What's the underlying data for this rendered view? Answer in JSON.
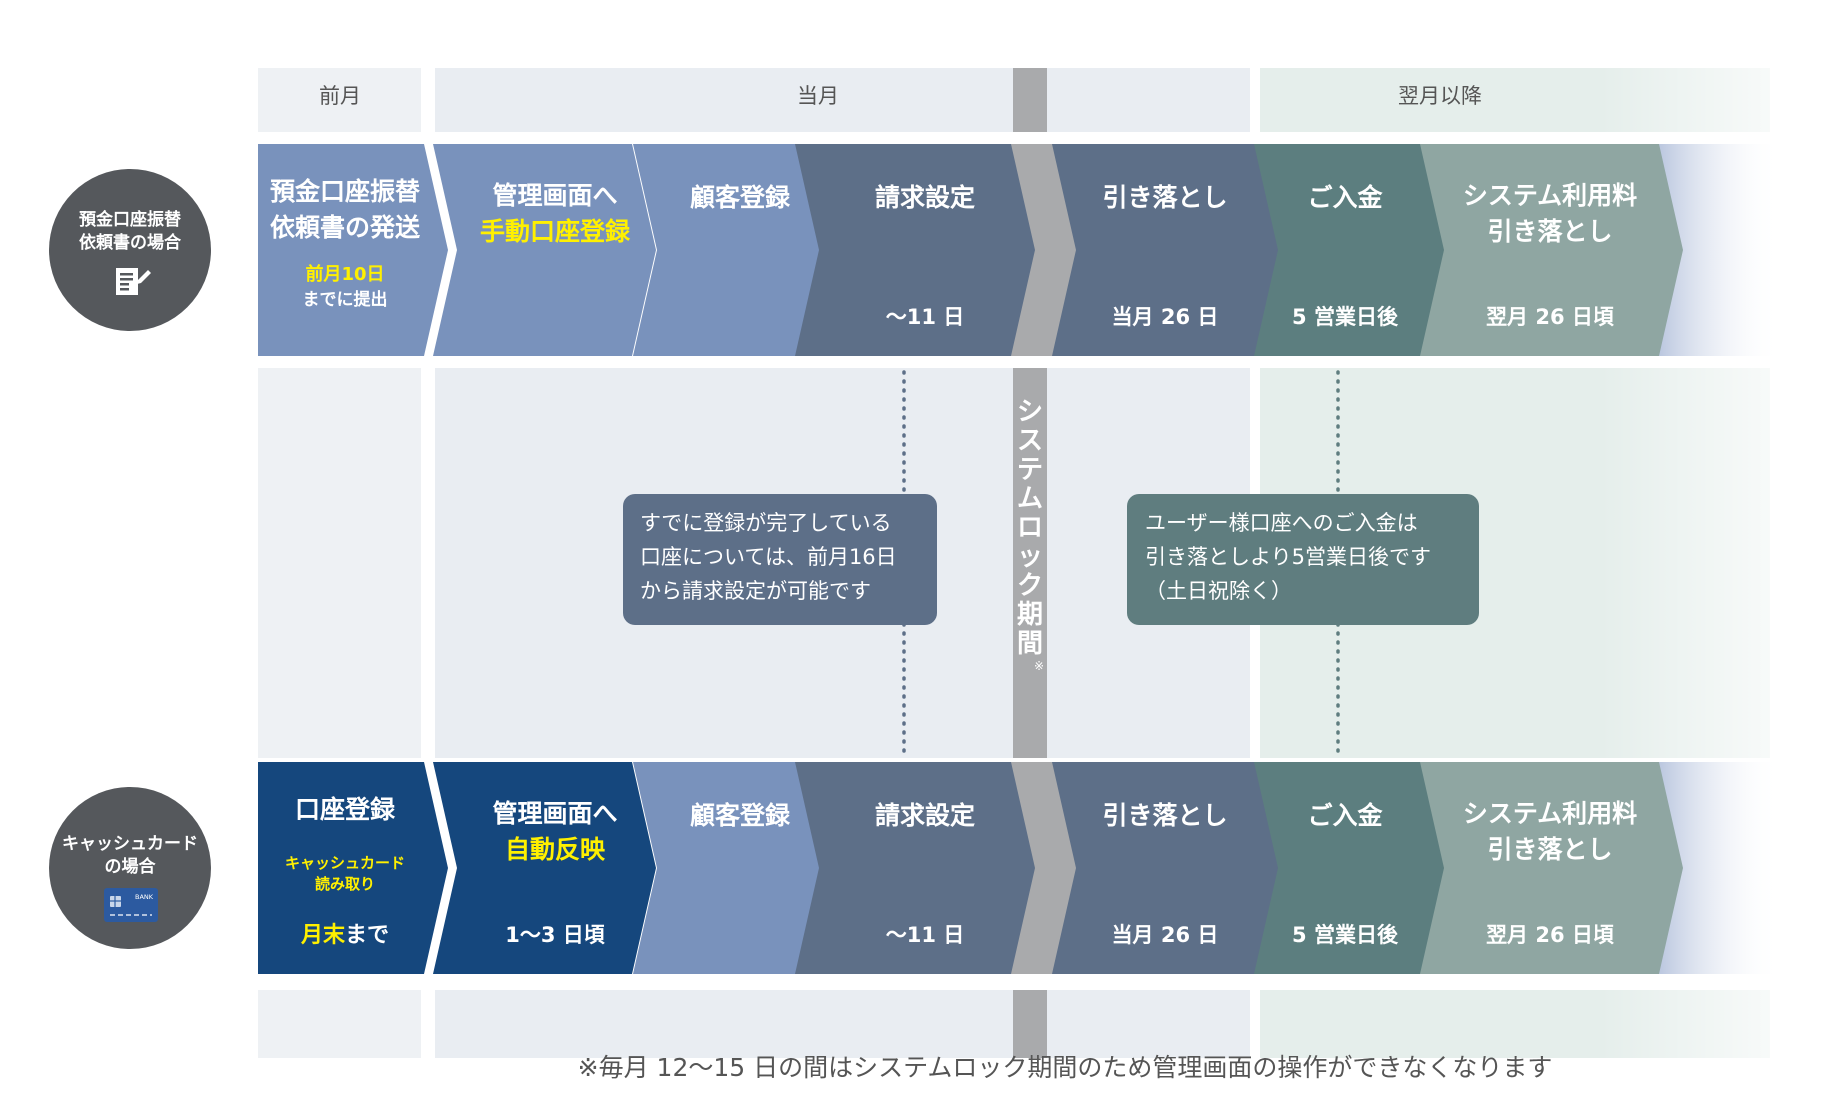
{
  "periods": {
    "prev": "前月",
    "current": "当月",
    "next": "翌月以降"
  },
  "lock_label": "システムロック期間",
  "lock_mark": "※",
  "colors": {
    "col_prev": "#eef1f4",
    "col_current": "#e9edf2",
    "col_next": "#e5eeeb",
    "lock": "#a9aaac",
    "step_light": "#7992bc",
    "step_dark": "#5d6f88",
    "step_teal": "#5c7e7f",
    "step_sage": "#8fa6a2",
    "step_navy": "#15477d",
    "circle": "#55585c",
    "accent_yellow": "#fff000",
    "callout_slate": "#5d6f88",
    "callout_teal": "#5f7d7f"
  },
  "rows": [
    {
      "label": [
        "預金口座振替",
        "依頼書の場合"
      ],
      "icon": "document-pen-icon",
      "steps": [
        {
          "title": [
            "預金口座振替",
            "依頼書の発送"
          ],
          "note_accent": "前月10日",
          "note": "までに提出"
        },
        {
          "title": [
            "管理画面へ"
          ],
          "title_accent": "手動口座登録"
        },
        {
          "title": [
            "顧客登録"
          ]
        },
        {
          "title": [
            "請求設定"
          ],
          "sub": "〜11 日"
        },
        {
          "title": [
            "引き落とし"
          ],
          "sub": "当月 26 日"
        },
        {
          "title": [
            "ご入金"
          ],
          "sub": "5 営業日後"
        },
        {
          "title": [
            "システム利用料",
            "引き落とし"
          ],
          "sub": "翌月 26 日頃"
        }
      ]
    },
    {
      "label": [
        "キャッシュカード",
        "の場合"
      ],
      "icon": "bank-card-icon",
      "icon_text": "BANK",
      "steps": [
        {
          "title": [
            "口座登録"
          ],
          "note_accent_lines": [
            "キャッシュカード",
            "読み取り"
          ],
          "sub_accent": "月末",
          "sub_rest": "まで"
        },
        {
          "title": [
            "管理画面へ"
          ],
          "title_accent": "自動反映",
          "sub": "1〜3 日頃"
        },
        {
          "title": [
            "顧客登録"
          ]
        },
        {
          "title": [
            "請求設定"
          ],
          "sub": "〜11 日"
        },
        {
          "title": [
            "引き落とし"
          ],
          "sub": "当月 26 日"
        },
        {
          "title": [
            "ご入金"
          ],
          "sub": "5 営業日後"
        },
        {
          "title": [
            "システム利用料",
            "引き落とし"
          ],
          "sub": "翌月 26 日頃"
        }
      ]
    }
  ],
  "callouts": [
    {
      "lines": [
        "すでに登録が完了している",
        "口座については、前月16日",
        "から請求設定が可能です"
      ]
    },
    {
      "lines": [
        "ユーザー様口座へのご入金は",
        "引き落としより5営業日後です",
        "（土日祝除く）"
      ]
    }
  ],
  "footnote": "※毎月 12〜15 日の間はシステムロック期間のため管理画面の操作ができなくなります"
}
